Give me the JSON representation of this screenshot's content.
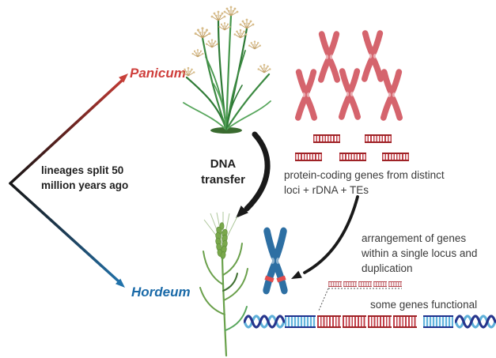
{
  "figure": {
    "labels": {
      "panicum": "Panicum",
      "hordeum": "Hordeum"
    },
    "texts": {
      "split": [
        "lineages split 50",
        "million years ago"
      ],
      "transfer": [
        "DNA",
        "transfer"
      ],
      "protein": [
        "protein-coding genes from distinct",
        "loci + rDNA + TEs"
      ],
      "arrangement": [
        "arrangement of genes",
        "within a single locus and",
        "duplication"
      ],
      "functional": "some genes functional"
    },
    "colors": {
      "panicum_red": "#cf3f3c",
      "hordeum_blue": "#1a6aa8",
      "chromosome_red": "#d5646d",
      "chromosome_blue": "#2d6fa3",
      "insertion_band_red": "#e34d4d",
      "arrow_black": "#1a1a1a",
      "helix_dark_blue": "#27358c",
      "helix_light_blue": "#5fb0d9",
      "dna_fragment_red": "#b02e34",
      "grass_green": "#3c8a42",
      "seed_tan": "#c9a86a"
    },
    "icons": {
      "lineage-split-arrows-icon": "diverging arrows, black fading to red (up) and blue (down)",
      "panicum-grass-illustration": "bunch grass with tan seed heads",
      "hordeum-barley-illustration": "barley stalk with green spike and awns",
      "dna-transfer-arrow-icon": "thick black curved arrow pointing down",
      "red-chromosome-icon": "X-shaped red chromosome",
      "blue-chromosome-icon": "X-shaped blue chromosome with red insertion bands",
      "dna-fragment-icon": "red striped DNA ladder segment",
      "duplicated-genes-icon": "five small pink striped gene segments",
      "dotted-connector-icon": "dotted lines linking duplicated genes to helix",
      "gene-integration-arrow-icon": "black curved arrow pointing at blue chromosome",
      "dna-helix-strip-icon": "DNA double helix with integrated red and blue segments"
    }
  }
}
